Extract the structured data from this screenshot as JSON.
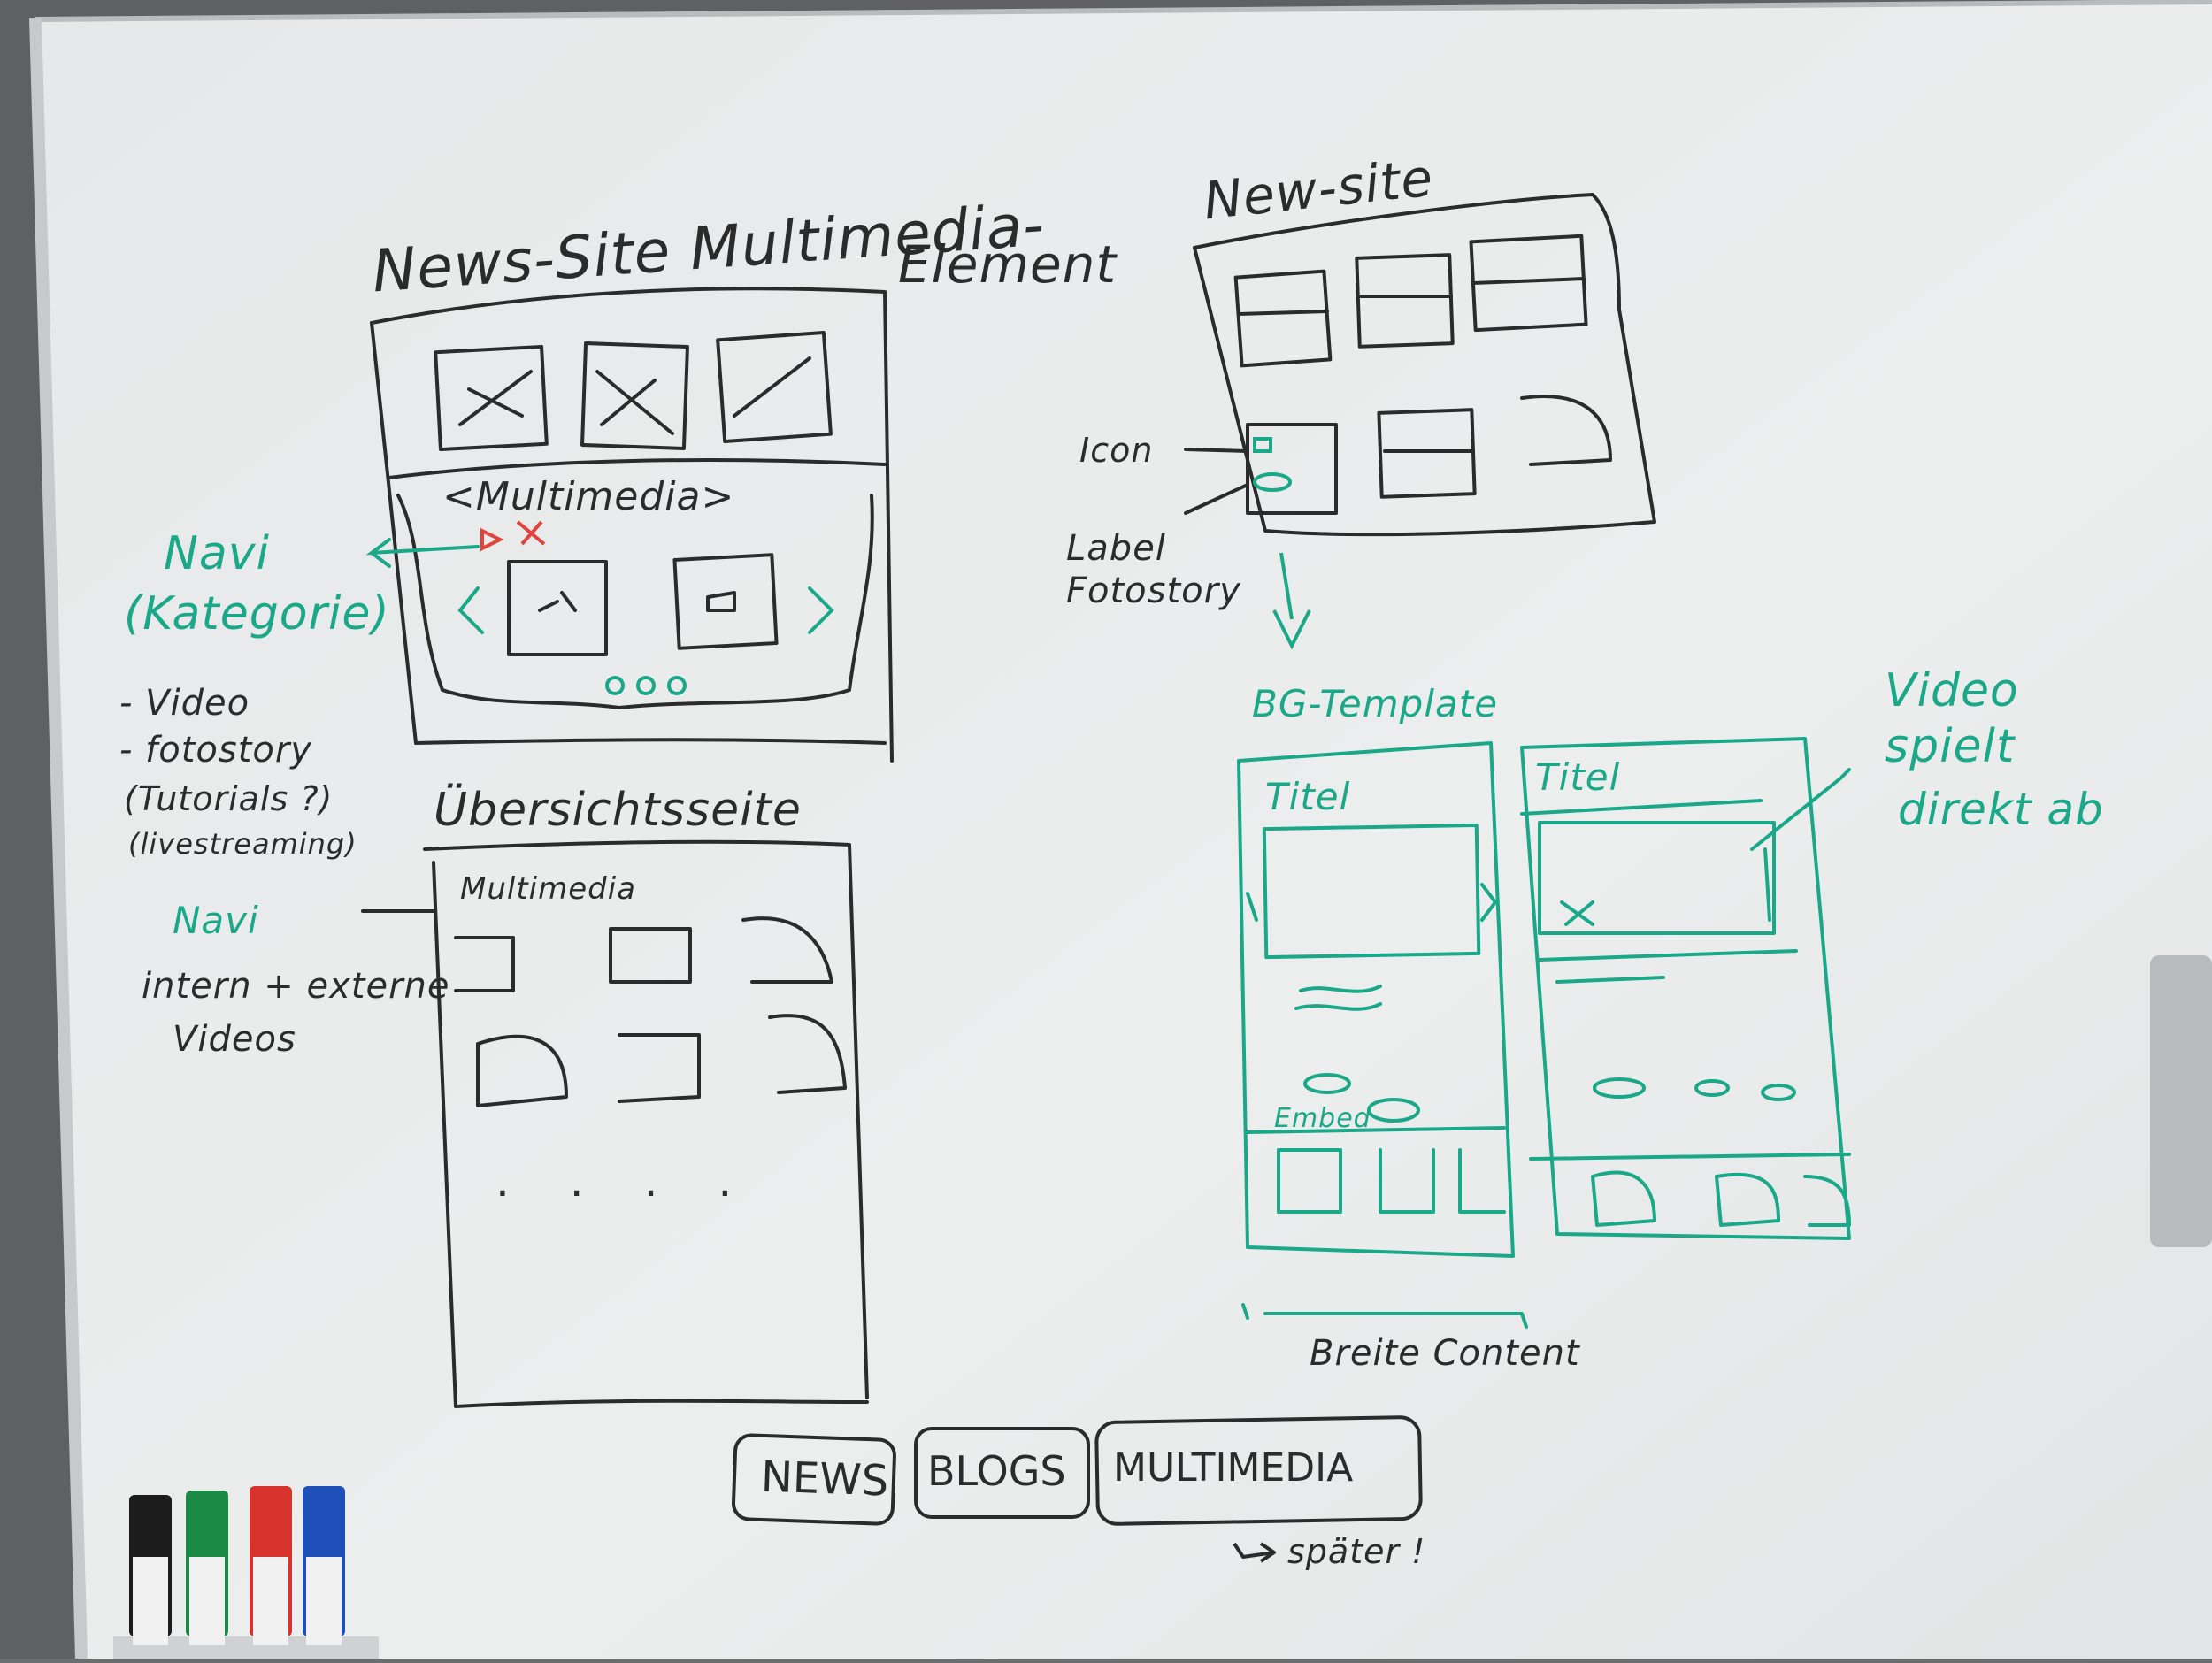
{
  "colors": {
    "board": "#e9ebec",
    "black_marker": "#2b2b2b",
    "green_marker": "#1aa889",
    "red_marker": "#e0443c",
    "blue_marker": "#1f4fb8"
  },
  "left_sketch": {
    "title": "News-Site Multimedia-",
    "title_cont": "Element",
    "carousel_label": "<Multimedia>",
    "navi": "Navi",
    "navi_sub": "(Kategorie)",
    "categories": [
      "- Video",
      "- fotostory",
      "(Tutorials ?)",
      "(livestreaming)"
    ],
    "overview_title": "Übersichtsseite",
    "overview_label": "Multimedia",
    "navi2": "Navi",
    "note1": "intern + externe",
    "note2": "Videos",
    "ellipsis": ". . . ."
  },
  "right_sketch": {
    "title": "New-site",
    "icon_label": "Icon",
    "label_a": "Label",
    "label_b": "Fotostory",
    "template_title": "BG-Template",
    "card_title_1": "Titel",
    "card_title_2": "Titel",
    "embed_label": "Embed",
    "video_note_1": "Video",
    "video_note_2": "spielt",
    "video_note_3": "direkt ab",
    "width_note": "Breite Content"
  },
  "bottom": {
    "buttons": [
      "NEWS",
      "BLOGS",
      "MULTIMEDIA"
    ],
    "later_note": "später !"
  },
  "markers": [
    {
      "name": "black",
      "color": "#1c1c1c"
    },
    {
      "name": "green",
      "color": "#1a8a45"
    },
    {
      "name": "red",
      "color": "#d8322c"
    },
    {
      "name": "blue",
      "color": "#1f4fb8"
    }
  ]
}
